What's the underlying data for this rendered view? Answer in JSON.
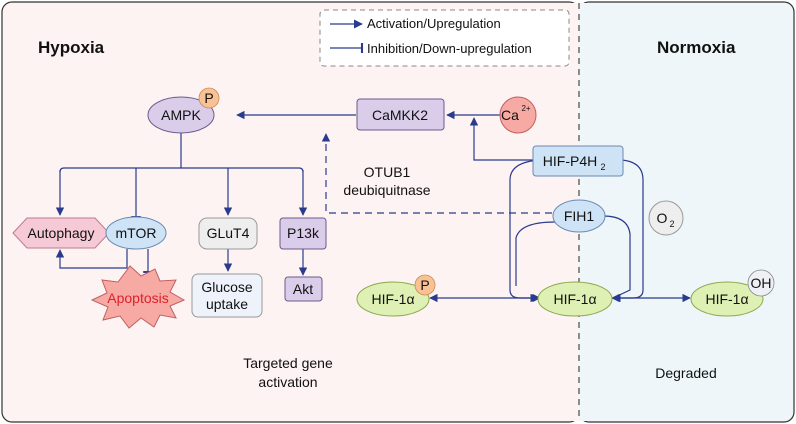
{
  "regions": {
    "left": {
      "title": "Hypoxia",
      "bg": "#fdf3f3"
    },
    "right": {
      "title": "Normoxia",
      "bg": "#eef6fa"
    }
  },
  "legend": {
    "activation": "Activation/Upregulation",
    "inhibition": "Inhibition/Down-upregulation"
  },
  "nodes": {
    "ampk": "AMPK",
    "ampk_p": "P",
    "camkk2": "CaMKK2",
    "ca": "Ca",
    "ca_sup": "2+",
    "hif_p4h": "HIF-P4H",
    "hif_p4h_sub": "2",
    "otub1_line1": "OTUB1",
    "otub1_line2": "deubiquitnase",
    "fih1": "FIH1",
    "o2": "O",
    "o2_sub": "2",
    "autophagy": "Autophagy",
    "mtor": "mTOR",
    "glut4": "GLuT4",
    "p13k": "P13k",
    "apoptosis": "Apoptosis",
    "glucose_line1": "Glucose",
    "glucose_line2": "uptake",
    "akt": "Akt",
    "hif_left": "HIF-1α",
    "hif_left_p": "P",
    "hif_mid": "HIF-1α",
    "hif_right": "HIF-1α",
    "hif_right_oh": "OH"
  },
  "captions": {
    "targeted_line1": "Targeted gene",
    "targeted_line2": "activation",
    "degraded": "Degraded"
  },
  "colors": {
    "arrow": "#2a3a8c",
    "purple": "#d9cdea",
    "blue": "#cfe3f6",
    "green": "#dff0b4",
    "orange": "#f8c294",
    "red": "#f7a9a4",
    "pink": "#f6c9d6",
    "gray": "#eeeeee"
  }
}
